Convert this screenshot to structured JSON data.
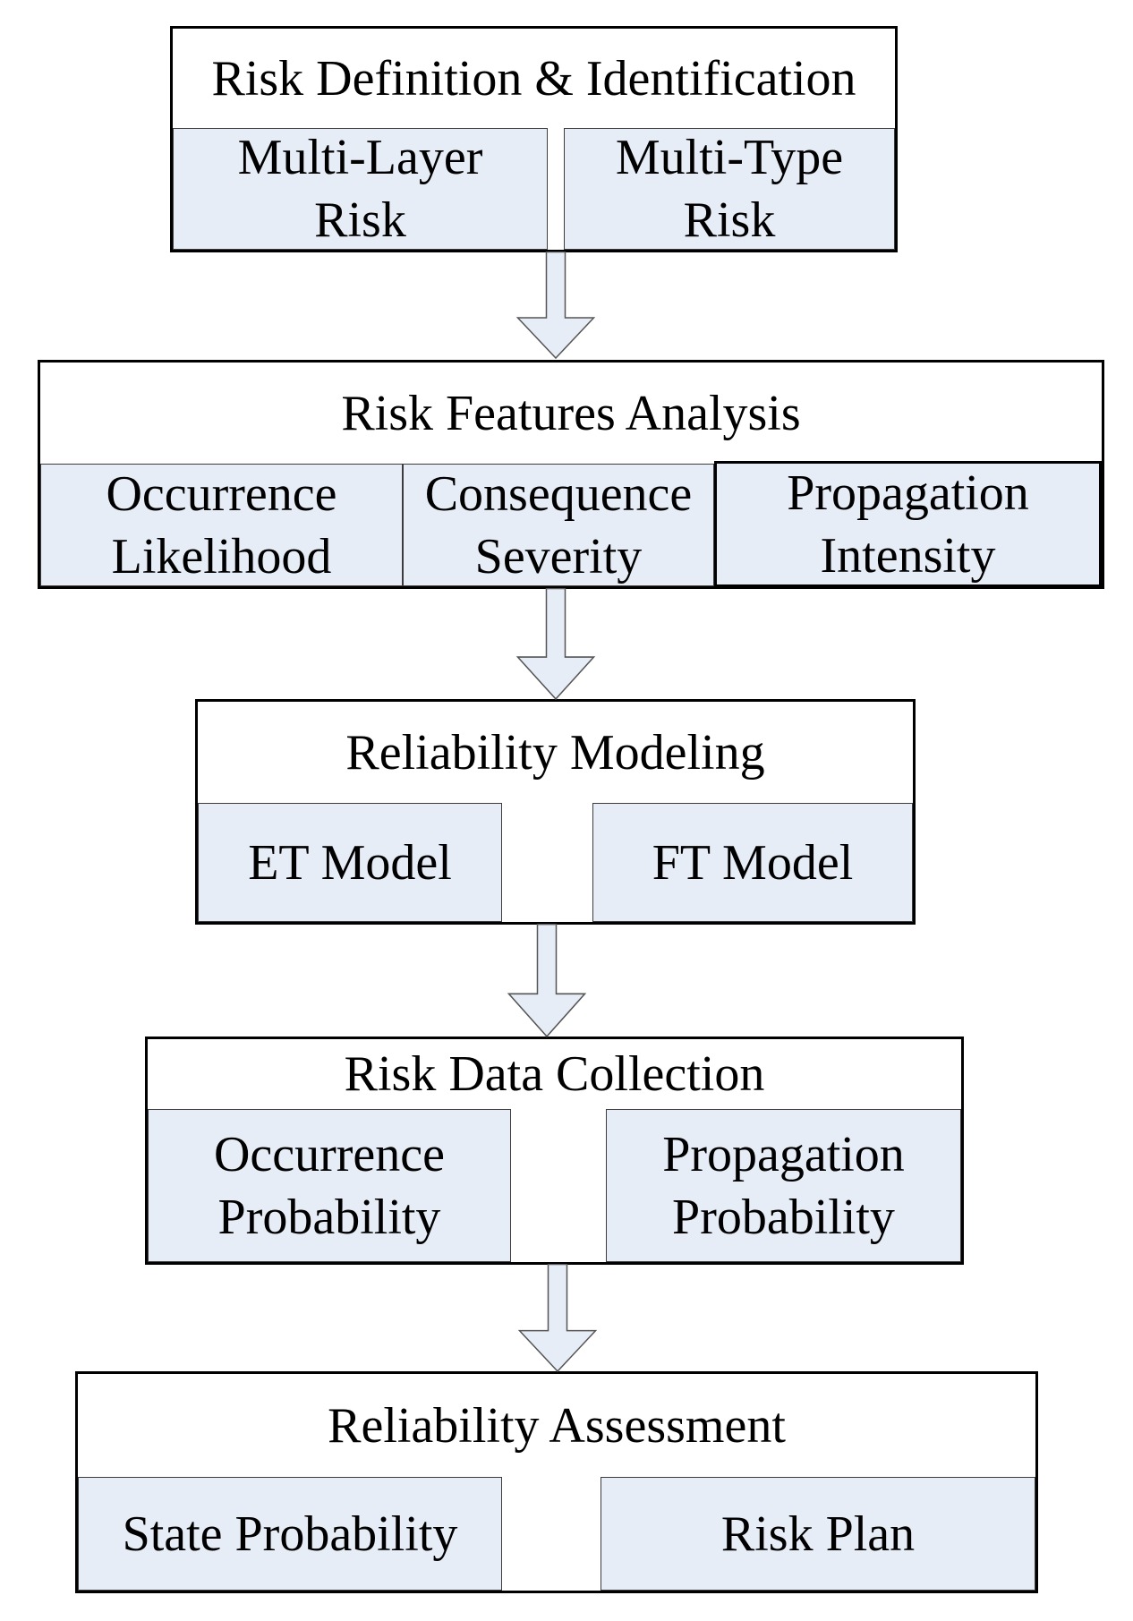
{
  "colors": {
    "outer_box_fill": "#ffffff",
    "outer_box_border": "#000000",
    "sub_box_fill": "#e7edf7",
    "sub_box_border": "#3c3c3c",
    "arrow_fill": "#e7edf7",
    "arrow_outline": "#555555"
  },
  "stages": [
    {
      "title": "Risk Definition & Identification",
      "items": [
        "Multi-Layer\nRisk",
        "Multi-Type\nRisk"
      ]
    },
    {
      "title": "Risk Features Analysis",
      "items": [
        "Occurrence\nLikelihood",
        "Consequence\nSeverity",
        "Propagation\nIntensity"
      ]
    },
    {
      "title": "Reliability Modeling",
      "items": [
        "ET Model",
        "FT Model"
      ]
    },
    {
      "title": "Risk Data Collection",
      "items": [
        "Occurrence\nProbability",
        "Propagation\nProbability"
      ]
    },
    {
      "title": "Reliability Assessment",
      "items": [
        "State Probability",
        "Risk Plan"
      ]
    }
  ],
  "connectors": {
    "icon": "down-arrow",
    "count": 4
  }
}
